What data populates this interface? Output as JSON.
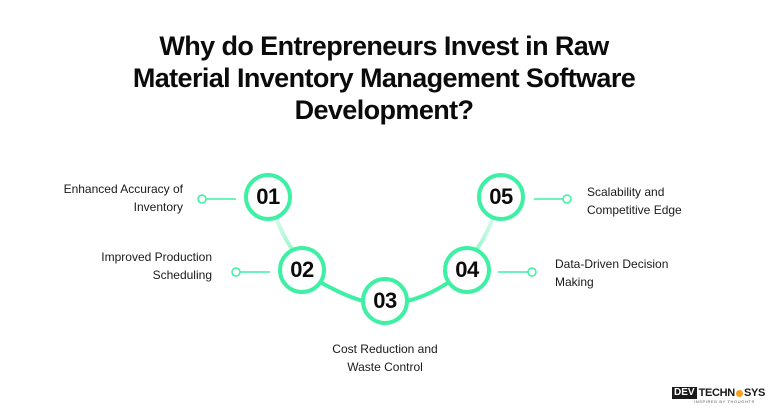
{
  "title": {
    "line1": "Why do Entrepreneurs Invest in Raw",
    "line2": "Material Inventory Management Software",
    "line3": "Development?"
  },
  "accent_color": "#3ef0a4",
  "steps": [
    {
      "number": "01",
      "label_line1": "Enhanced Accuracy of",
      "label_line2": "Inventory"
    },
    {
      "number": "02",
      "label_line1": "Improved Production",
      "label_line2": "Scheduling"
    },
    {
      "number": "03",
      "label_line1": "Cost Reduction and",
      "label_line2": "Waste Control"
    },
    {
      "number": "04",
      "label_line1": "Data-Driven Decision",
      "label_line2": "Making"
    },
    {
      "number": "05",
      "label_line1": "Scalability and",
      "label_line2": "Competitive Edge"
    }
  ],
  "logo": {
    "dev": "DEV",
    "tech": "TECHN",
    "sys": "SYS",
    "tagline": "INSPIRED BY THOUGHTS"
  }
}
